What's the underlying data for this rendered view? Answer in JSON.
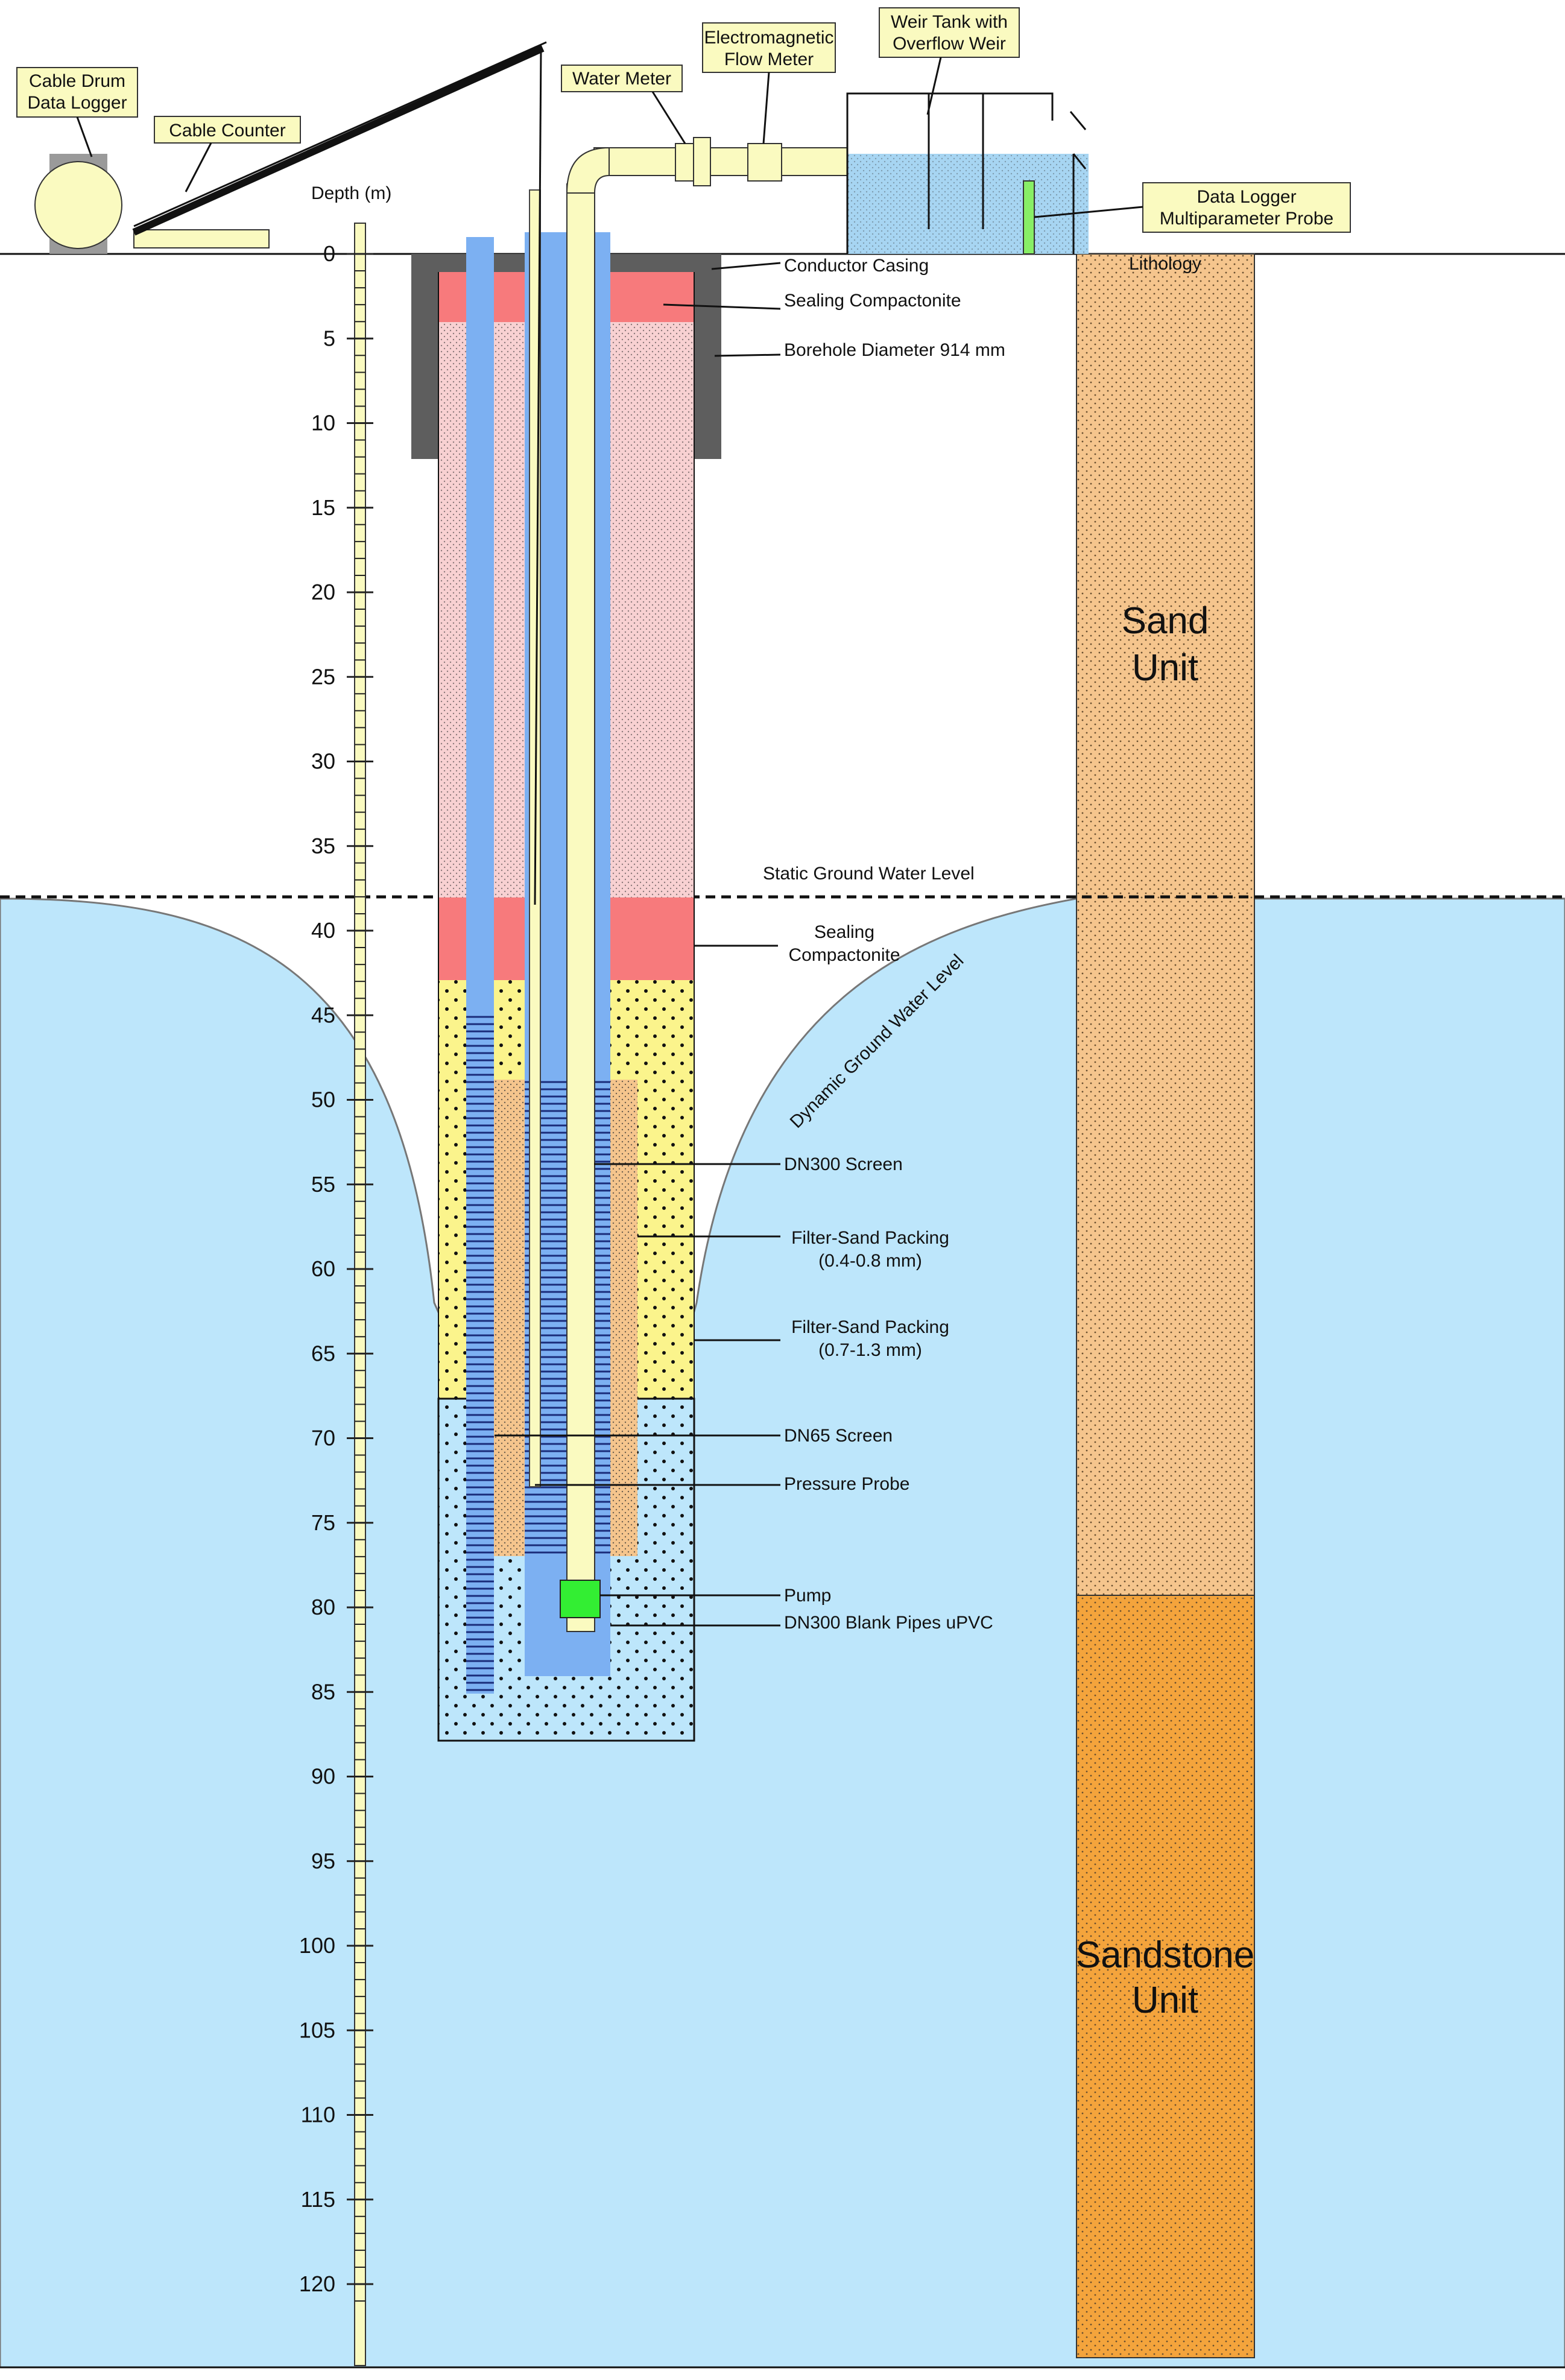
{
  "depth_axis": {
    "title": "Depth (m)",
    "ticks": [
      "0",
      "5",
      "10",
      "15",
      "20",
      "25",
      "30",
      "35",
      "40",
      "45",
      "50",
      "55",
      "60",
      "65",
      "70",
      "75",
      "80",
      "85",
      "90",
      "95",
      "100",
      "105",
      "110",
      "115",
      "120"
    ]
  },
  "surface_labels": {
    "cable_drum": [
      "Cable Drum",
      "Data Logger"
    ],
    "cable_counter": "Cable Counter",
    "water_meter": "Water Meter",
    "flow_meter": [
      "Electromagnetic",
      "Flow Meter"
    ],
    "weir_tank": [
      "Weir Tank with",
      "Overflow Weir"
    ],
    "probe": [
      "Data Logger",
      "Multiparameter Probe"
    ]
  },
  "well_labels": {
    "conductor_casing": "Conductor Casing",
    "sealing_top": "Sealing Compactonite",
    "borehole_diameter": "Borehole Diameter 914 mm",
    "static_gwl": "Static Ground Water Level",
    "sealing_mid": [
      "Sealing",
      "Compactonite"
    ],
    "dynamic_gwl": "Dynamic Ground Water Level",
    "dn300_screen": "DN300 Screen",
    "filter_fine": [
      "Filter-Sand Packing",
      "(0.4-0.8 mm)"
    ],
    "filter_coarse": [
      "Filter-Sand Packing",
      "(0.7-1.3 mm)"
    ],
    "dn65_screen": "DN65 Screen",
    "pressure_probe": "Pressure Probe",
    "pump": "Pump",
    "blank_pipes": "DN300 Blank Pipes uPVC"
  },
  "lithology": {
    "title": "Lithology",
    "units": [
      {
        "name": [
          "Sand",
          "Unit"
        ],
        "from_m": 0,
        "to_m": 79.5,
        "color": "#f5c58d"
      },
      {
        "name": [
          "Sandstone",
          "Unit"
        ],
        "from_m": 79.5,
        "to_m": 124,
        "color": "#f4a43c"
      }
    ]
  },
  "levels": {
    "static_m": 38,
    "well_bottom_m": 87.5
  },
  "colors": {
    "water": "#bde6fb",
    "seal": "#f77a7c",
    "backfill": "#f8d1d2",
    "gravel": "#fbf48c",
    "filter": "#f5c58d",
    "pipe": "#7cb0f2",
    "riser": "#fafac0",
    "casing": "#5e5e5e",
    "pump": "#33ee33",
    "tank": "#a7d5f2"
  }
}
